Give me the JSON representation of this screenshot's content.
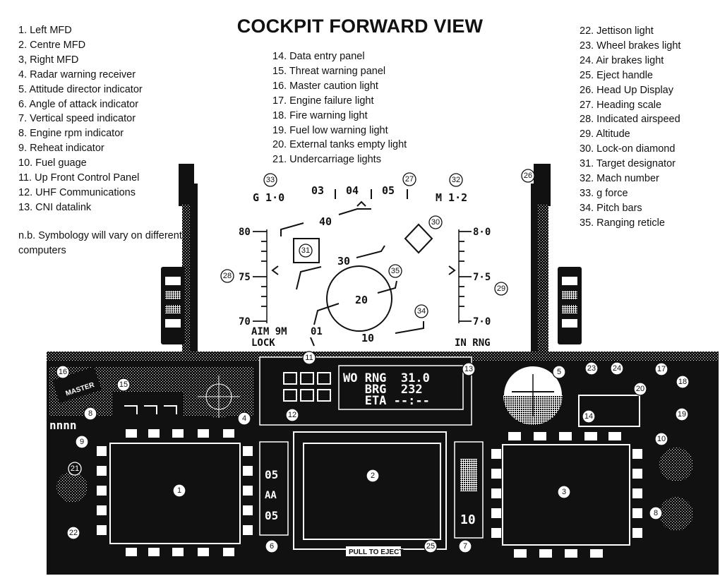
{
  "title": "COCKPIT FORWARD VIEW",
  "legend_left": [
    "1. Left MFD",
    "2. Centre MFD",
    "3, Right MFD",
    "4. Radar warning receiver",
    "5. Attitude director indicator",
    "6. Angle of attack indicator",
    "7. Vertical speed indicator",
    "8. Engine rpm indicator",
    "9. Reheat indicator",
    "10. Fuel guage",
    "11. Up Front Control Panel",
    "12. UHF Communications",
    "13. CNI datalink"
  ],
  "note": "n.b. Symbology will vary on different computers",
  "legend_mid": [
    "14. Data entry panel",
    "15. Threat warning panel",
    "16. Master caution light",
    "17. Engine failure light",
    "18. Fire warning light",
    "19. Fuel low warning light",
    "20. External tanks empty light",
    "21. Undercarriage lights"
  ],
  "legend_right": [
    "22. Jettison light",
    "23. Wheel brakes light",
    "24. Air brakes light",
    "25. Eject handle",
    "26. Head Up Display",
    "27. Heading scale",
    "28. Indicated airspeed",
    "29. Altitude",
    "30. Lock-on diamond",
    "31. Target designator",
    "32. Mach number",
    "33. g force",
    "34. Pitch bars",
    "35. Ranging reticle"
  ],
  "hud": {
    "g_readout": "G 1·0",
    "mach_readout": "M 1·2",
    "heading_ticks": [
      "03",
      "04",
      "05"
    ],
    "airspeed_ticks": [
      "80",
      "75",
      "70"
    ],
    "altitude_ticks": [
      "8·0",
      "7·5",
      "7·0"
    ],
    "pitch_labels": [
      "40",
      "30",
      "20",
      "10"
    ],
    "weapon": "AIM 9M",
    "weapon_count": "01",
    "lock_text": "LOCK",
    "range_text": "IN RNG"
  },
  "upfront": {
    "line1": "WO RNG  31.0",
    "line2": "   BRG  232",
    "line3": "   ETA --:--"
  },
  "gauges": {
    "aoa_top": "05",
    "aoa_mid": "AA",
    "aoa_bottom": "05",
    "vsi": "10",
    "caution_text": "MASTER",
    "eject_text": "PULL TO EJECT",
    "reheat_text": "nnnn"
  },
  "callouts": {
    "c1": "1",
    "c2": "2",
    "c3": "3",
    "c4": "4",
    "c5": "5",
    "c6": "6",
    "c7": "7",
    "c8a": "8",
    "c8b": "8",
    "c9": "9",
    "c10": "10",
    "c11": "11",
    "c12": "12",
    "c13": "13",
    "c14": "14",
    "c15": "15",
    "c16": "16",
    "c17": "17",
    "c18": "18",
    "c19": "19",
    "c20": "20",
    "c21": "21",
    "c22": "22",
    "c23": "23",
    "c24": "24",
    "c25": "25",
    "c26": "26",
    "c27": "27",
    "c28": "28",
    "c29": "29",
    "c30": "30",
    "c31": "31",
    "c32": "32",
    "c33": "33",
    "c34": "34",
    "c35": "35"
  }
}
